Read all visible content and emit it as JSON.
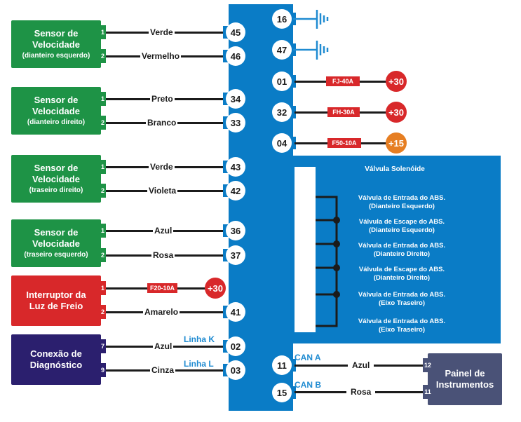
{
  "ecu": {
    "color": "#0a7cc6",
    "valve_block_title": "Válvula Solenóide",
    "valves": [
      {
        "line1": "Válvula de Entrada do ABS.",
        "line2": "(Dianteiro Esquerdo)"
      },
      {
        "line1": "Válvula de Escape do ABS.",
        "line2": "(Dianteiro Esquerdo)"
      },
      {
        "line1": "Válvula de Entrada do ABS.",
        "line2": "(Dianteiro Direito)"
      },
      {
        "line1": "Válvula de Escape do ABS.",
        "line2": "(Dianteiro Direito)"
      },
      {
        "line1": "Válvula de Entrada do ABS.",
        "line2": "(Eixo Traseiro)"
      },
      {
        "line1": "Válvula de Entrada do ABS.",
        "line2": "(Eixo Traseiro)"
      }
    ]
  },
  "modules": [
    {
      "title": "Sensor de Velocidade",
      "sub": "(dianteiro esquerdo)",
      "color": "#1e9346",
      "connections": [
        {
          "pin": "1",
          "wire": "Verde",
          "ecu_pin": "45"
        },
        {
          "pin": "2",
          "wire": "Vermelho",
          "ecu_pin": "46"
        }
      ]
    },
    {
      "title": "Sensor de Velocidade",
      "sub": "(dianteiro direito)",
      "color": "#1e9346",
      "connections": [
        {
          "pin": "1",
          "wire": "Preto",
          "ecu_pin": "34"
        },
        {
          "pin": "2",
          "wire": "Branco",
          "ecu_pin": "33"
        }
      ]
    },
    {
      "title": "Sensor de Velocidade",
      "sub": "(traseiro direito)",
      "color": "#1e9346",
      "connections": [
        {
          "pin": "1",
          "wire": "Verde",
          "ecu_pin": "43"
        },
        {
          "pin": "2",
          "wire": "Violeta",
          "ecu_pin": "42"
        }
      ]
    },
    {
      "title": "Sensor de Velocidade",
      "sub": "(traseiro esquerdo)",
      "color": "#1e9346",
      "connections": [
        {
          "pin": "1",
          "wire": "Azul",
          "ecu_pin": "36"
        },
        {
          "pin": "2",
          "wire": "Rosa",
          "ecu_pin": "37"
        }
      ]
    },
    {
      "title": "Interruptor da Luz de Freio",
      "sub": "",
      "color": "#d8282a",
      "connections": [
        {
          "pin": "1",
          "fuse": "F20-10A",
          "power": "+30"
        },
        {
          "pin": "2",
          "wire": "Amarelo",
          "ecu_pin": "41"
        }
      ]
    },
    {
      "title": "Conexão de Diagnóstico",
      "sub": "",
      "color": "#2b1f6e",
      "connections": [
        {
          "pin": "7",
          "wire": "Azul",
          "line": "Linha K",
          "ecu_pin": "02"
        },
        {
          "pin": "9",
          "wire": "Cinza",
          "line": "Linha L",
          "ecu_pin": "03"
        }
      ]
    }
  ],
  "right_pins": [
    {
      "ecu_pin": "16",
      "target": "ground"
    },
    {
      "ecu_pin": "47",
      "target": "ground"
    },
    {
      "ecu_pin": "01",
      "fuse": "FJ-40A",
      "power": "+30",
      "power_color": "#d8282a"
    },
    {
      "ecu_pin": "32",
      "fuse": "FH-30A",
      "power": "+30",
      "power_color": "#d8282a"
    },
    {
      "ecu_pin": "04",
      "fuse": "F50-10A",
      "power": "+15",
      "power_color": "#e67e22"
    }
  ],
  "can": {
    "panel_title": "Painel de Instrumentos",
    "panel_color": "#4a5277",
    "lines": [
      {
        "ecu_pin": "11",
        "bus": "CAN A",
        "wire": "Azul",
        "panel_pin": "12"
      },
      {
        "ecu_pin": "15",
        "bus": "CAN B",
        "wire": "Rosa",
        "panel_pin": "11"
      }
    ]
  }
}
